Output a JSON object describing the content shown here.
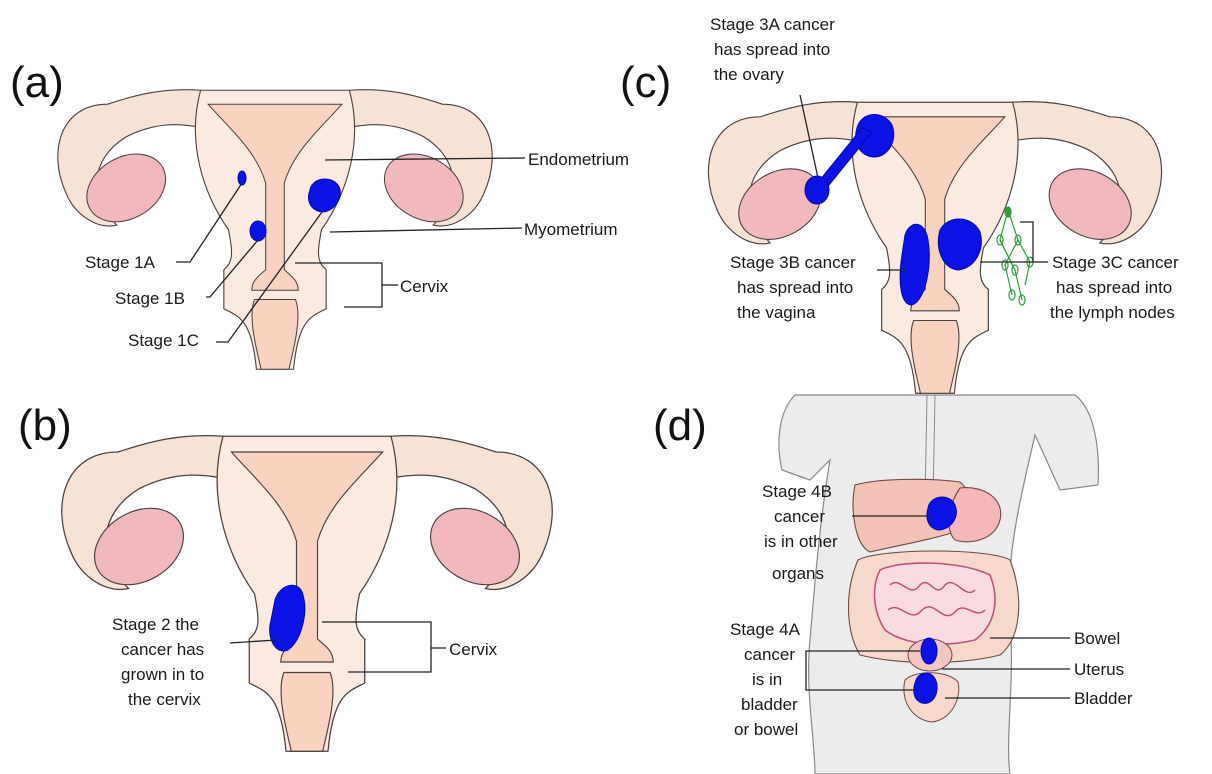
{
  "panels": {
    "a": {
      "letter": "(a)",
      "labels": {
        "endometrium": "Endometrium",
        "myometrium": "Myometrium",
        "cervix": "Cervix",
        "stage_1a": "Stage 1A",
        "stage_1b": "Stage 1B",
        "stage_1c": "Stage 1C"
      }
    },
    "b": {
      "letter": "(b)",
      "labels": {
        "stage_2": [
          "Stage 2 the",
          "cancer has",
          "grown in to",
          "the cervix"
        ],
        "cervix": "Cervix"
      }
    },
    "c": {
      "letter": "(c)",
      "labels": {
        "stage_3a": [
          "Stage 3A cancer",
          "has spread into",
          "the ovary"
        ],
        "stage_3b": [
          "Stage 3B cancer",
          "has spread into",
          "the vagina"
        ],
        "stage_3c": [
          "Stage 3C cancer",
          "has spread into",
          "the lymph nodes"
        ]
      }
    },
    "d": {
      "letter": "(d)",
      "labels": {
        "stage_4b": [
          "Stage 4B",
          "cancer",
          "is in other",
          "organs"
        ],
        "stage_4a": [
          "Stage 4A",
          "cancer",
          "is in",
          "bladder",
          "or bowel"
        ],
        "bowel": "Bowel",
        "uterus": "Uterus",
        "bladder": "Bladder"
      }
    }
  },
  "colors": {
    "tumor": "#0a12e6",
    "uterus_wall": "#fbeae0",
    "cavity": "#f9d3bf",
    "ovary": "#f1b9bd",
    "body": "#ececec",
    "lymph": "#2e9e3a"
  }
}
